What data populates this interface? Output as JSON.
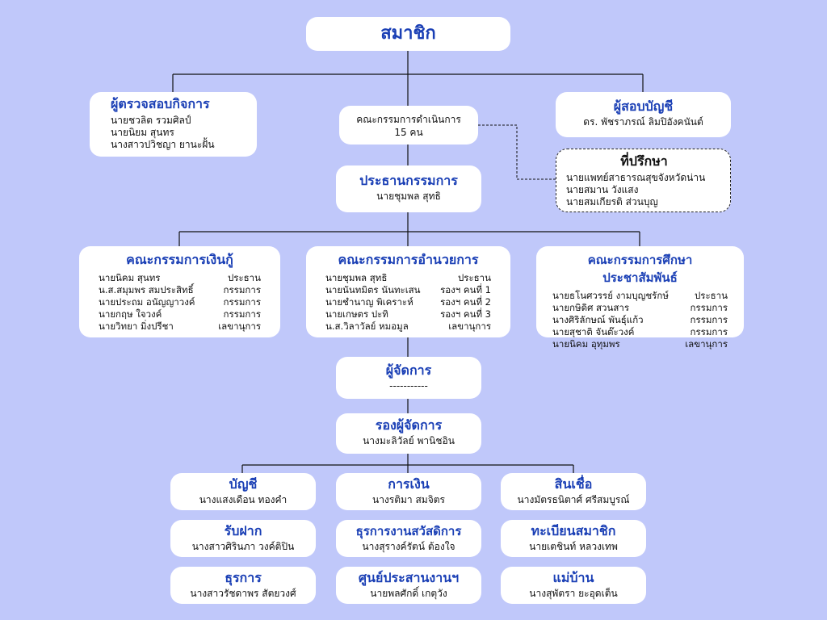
{
  "member": {
    "title": "สมาชิก"
  },
  "inspector": {
    "title": "ผู้ตรวจสอบกิจการ",
    "names": [
      "นายชวลิต รวมศิลป์",
      "นายนิยม สุนทร",
      "นางสาวปวิชญา ยานะฝั้น"
    ]
  },
  "executive": {
    "line1": "คณะกรรมการดำเนินการ",
    "line2": "15 คน"
  },
  "auditor": {
    "title": "ผู้สอบบัญชี",
    "name": "ดร. พัชราภรณ์ ลิมปิอังคนันต์"
  },
  "advisor": {
    "title": "ที่ปรึกษา",
    "names": [
      "นายแพทย์สาธารณสุขจังหวัดน่าน",
      "นายสมาน วังแสง",
      "นายสมเกียรติ ส่วนบุญ"
    ]
  },
  "chairman": {
    "title": "ประธานกรรมการ",
    "name": "นายชุมพล สุทธิ"
  },
  "loan_committee": {
    "title": "คณะกรรมการเงินกู้",
    "rows": [
      {
        "name": "นายนิคม สุนทร",
        "role": "ประธาน"
      },
      {
        "name": "น.ส.สมุมพร สมประสิทธิ์",
        "role": "กรรมการ"
      },
      {
        "name": "นายประถม อนัญญาวงค์",
        "role": "กรรมการ"
      },
      {
        "name": "นายกฤษ ใจวงค์",
        "role": "กรรมการ"
      },
      {
        "name": "นายวิทยา มิ่งปรีชา",
        "role": "เลขานุการ"
      }
    ]
  },
  "admin_committee": {
    "title": "คณะกรรมการอำนวยการ",
    "rows": [
      {
        "name": "นายชุมพล สุทธิ",
        "role": "ประธาน"
      },
      {
        "name": "นายนันทมิตร นันทะเสน",
        "role": "รองฯ คนที่ 1"
      },
      {
        "name": "นายชำนาญ พิเคราะห์",
        "role": "รองฯ คนที่ 2"
      },
      {
        "name": "นายเกษตร ปะทิ",
        "role": "รองฯ คนที่ 3"
      },
      {
        "name": "น.ส.วิลาวัลย์ หมอมูล",
        "role": "เลขานุการ"
      }
    ]
  },
  "education_committee": {
    "title": "คณะกรรมการศึกษาประชาสัมพันธ์",
    "rows": [
      {
        "name": "นายธโนศวรรย์ งามบุญชรักษ์",
        "role": "ประธาน"
      },
      {
        "name": "นายกษิดิศ สวนสาร",
        "role": "กรรมการ"
      },
      {
        "name": "นางศิริลักษณ์ พันธุ์แก้ว",
        "role": "กรรมการ"
      },
      {
        "name": "นายสุชาติ จันต๊ะวงค์",
        "role": "กรรมการ"
      },
      {
        "name": "นายนิคม อุทุมพร",
        "role": "เลขานุการ"
      }
    ]
  },
  "manager": {
    "title": "ผู้จัดการ",
    "name": "-----------"
  },
  "deputy_manager": {
    "title": "รองผู้จัดการ",
    "name": "นางมะลิวัลย์ พานิชอิน"
  },
  "departments": [
    {
      "key": "accounting",
      "title": "บัญชี",
      "name": "นางแสงเดือน ทองคำ"
    },
    {
      "key": "finance",
      "title": "การเงิน",
      "name": "นางรติมา สมจิตร"
    },
    {
      "key": "credit",
      "title": "สินเชื่อ",
      "name": "นางมัตรธนิตาศ์ ศรีสมบูรณ์"
    },
    {
      "key": "deposit",
      "title": "รับฝาก",
      "name": "นางสาวศิรินภา วงค์ติปิน"
    },
    {
      "key": "welfare",
      "title": "ธุรการงานสวัสดิการ",
      "name": "นางสุรางค์รัตน์ ต้องใจ"
    },
    {
      "key": "registry",
      "title": "ทะเบียนสมาชิก",
      "name": "นายเตชินท์ หลวงเทพ"
    },
    {
      "key": "admin",
      "title": "ธุรการ",
      "name": "นางสาวรัชดาพร สัตยวงศ์"
    },
    {
      "key": "coordination",
      "title": "ศูนย์ประสานงานฯ",
      "name": "นายพลศักดิ์ เกตุวัง"
    },
    {
      "key": "housekeeper",
      "title": "แม่บ้าน",
      "name": "นางสุพัตรา ยะอุดเต็น"
    }
  ]
}
